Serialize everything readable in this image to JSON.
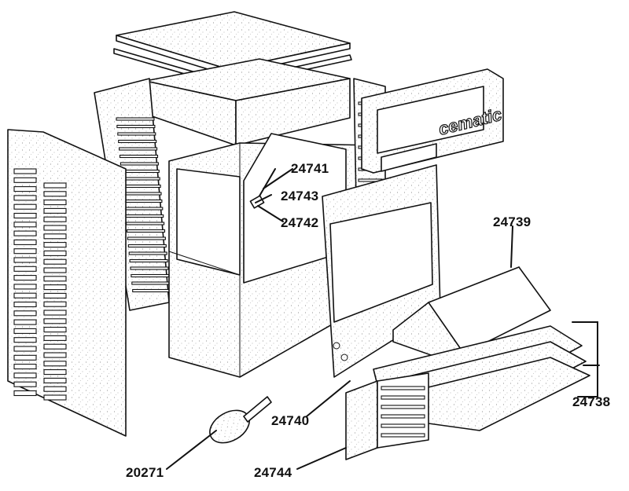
{
  "brand_text": "cematic",
  "callouts": {
    "p24741": "24741",
    "p24743": "24743",
    "p24742": "24742",
    "p24739": "24739",
    "p24738": "24738",
    "p24740": "24740",
    "p24744": "24744",
    "p20271": "20271"
  }
}
